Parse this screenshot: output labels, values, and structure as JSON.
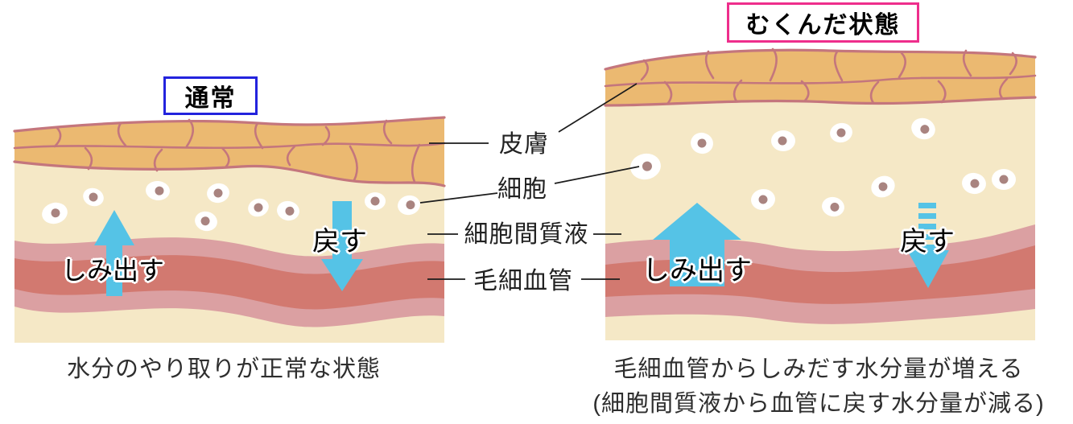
{
  "titles": {
    "normal": "通常",
    "swollen": "むくんだ状態"
  },
  "center_labels": {
    "skin": "皮膚",
    "cell": "細胞",
    "interstitial_fluid": "細胞間質液",
    "capillary": "毛細血管"
  },
  "left_panel": {
    "arrow_up_label": "しみ出す",
    "arrow_down_label": "戻す",
    "caption": "水分のやり取りが正常な状態"
  },
  "right_panel": {
    "arrow_up_label": "しみ出す",
    "arrow_down_label": "戻す",
    "caption_line1": "毛細血管からしみだす水分量が増える",
    "caption_line2": "(細胞間質液から血管に戻す水分量が減る)"
  },
  "palette": {
    "normal_box_border": "#2323dd",
    "swollen_box_border": "#ee2e8c",
    "arrow": "#55c3e6",
    "skin": "#ebb971",
    "skin_line": "#c4767d",
    "tissue_bg": "#f5e8c6",
    "cell_fill": "#ffffff",
    "cell_nucleus": "#a98480",
    "capillary_outer": "#dba0a2",
    "capillary_inner": "#d27970",
    "label_text": "#222222"
  }
}
